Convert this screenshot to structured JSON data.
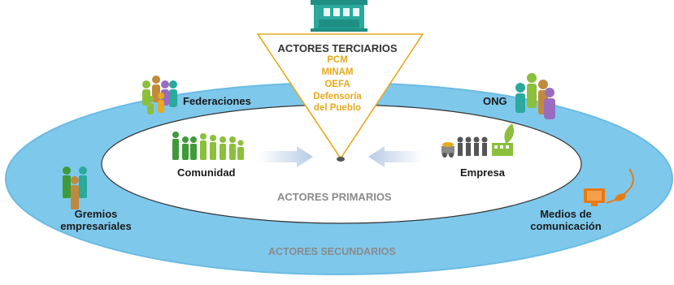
{
  "colors": {
    "outer_ring": "#7ec8ec",
    "outer_ring_edge": "#5fb4dd",
    "inner_ellipse": "#ffffff",
    "triangle_fill": "#ffffff",
    "triangle_stroke": "#e8a91c",
    "tertiary_items": "#e8a91c",
    "secondary_label": "#8a8a8a",
    "primary_label": "#8a8a8a",
    "building": "#2aa99c",
    "arrow": "#cfdcf0"
  },
  "tertiary": {
    "title": "ACTORES TERCIARIOS",
    "items": [
      "PCM",
      "MINAM",
      "OEFA",
      "Defensoría",
      "del Pueblo"
    ],
    "icon": "building-icon"
  },
  "primary": {
    "label": "ACTORES PRIMARIOS",
    "comunidad": "Comunidad",
    "empresa": "Empresa"
  },
  "secondary": {
    "label": "ACTORES SECUNDARIOS",
    "federaciones": "Federaciones",
    "ong": "ONG",
    "gremios": [
      "Gremios",
      "empresariales"
    ],
    "medios": [
      "Medios de",
      "comunicación"
    ]
  }
}
